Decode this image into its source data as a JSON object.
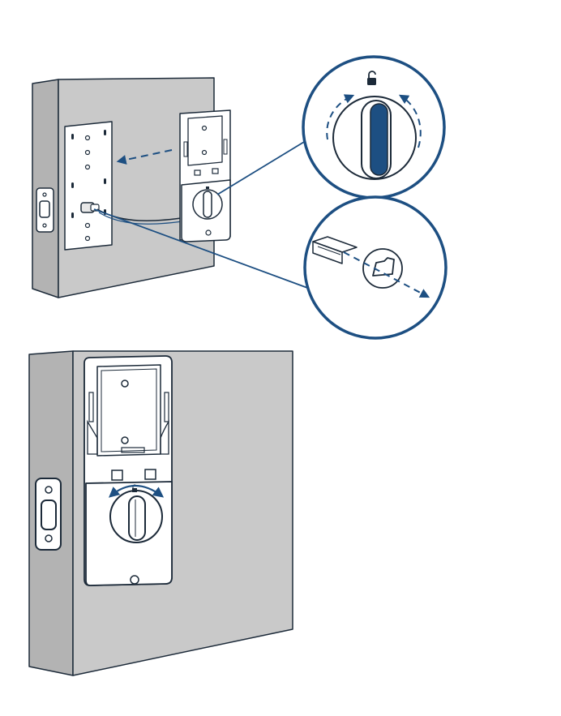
{
  "figure": {
    "kind": "installation-instructions",
    "step_panels": [
      "attach-interior-assembly",
      "verify-thumbturn-rotation"
    ],
    "icons": {
      "lock": "unlocked-padlock-icon",
      "arrow_left": "dashed-arrow-left-icon",
      "arrow_right": "dashed-arrow-right-icon",
      "rotate": "curved-double-arrow-icon"
    }
  },
  "colors": {
    "ink": "#1c2a39",
    "accent_blue": "#1d4f82",
    "wall_face": "#c9c9c9",
    "wall_edge": "#b3b3b3",
    "hardware": "#ffffff",
    "background": "#ffffff"
  }
}
